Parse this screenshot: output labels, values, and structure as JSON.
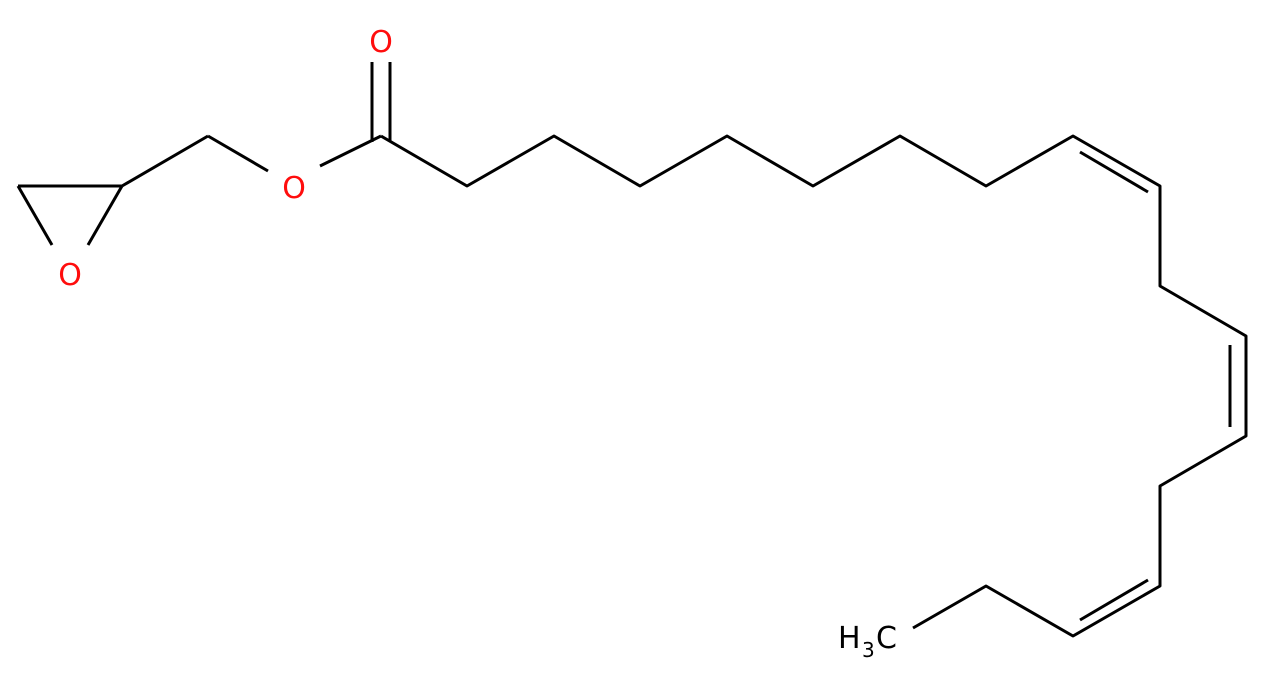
{
  "molecule": {
    "atoms": {
      "epoxide_oxygen": "O",
      "ester_oxygen": "O",
      "carbonyl_oxygen": "O",
      "methyl_h": "H",
      "methyl_subscript": "3",
      "methyl_c": "C"
    },
    "colors": {
      "bond": "#000000",
      "oxygen": "#ff0d0d",
      "carbon": "#000000",
      "background": "#ffffff"
    }
  }
}
